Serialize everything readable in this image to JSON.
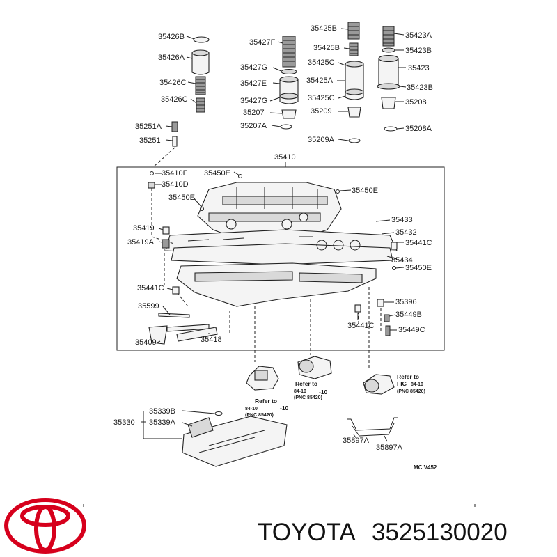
{
  "diagram": {
    "labels": {
      "p35426B": "35426B",
      "p35426A": "35426A",
      "p35426C_1": "35426C",
      "p35426C_2": "35426C",
      "p35427F": "35427F",
      "p35427G_1": "35427G",
      "p35427E": "35427E",
      "p35427G_2": "35427G",
      "p35207": "35207",
      "p35207A": "35207A",
      "p35425B_1": "35425B",
      "p35425B_2": "35425B",
      "p35425C_1": "35425C",
      "p35425A": "35425A",
      "p35425C_2": "35425C",
      "p35209": "35209",
      "p35209A": "35209A",
      "p35423A": "35423A",
      "p35423B_1": "35423B",
      "p35423": "35423",
      "p35423B_2": "35423B",
      "p35208": "35208",
      "p35208A": "35208A",
      "p35251A": "35251A",
      "p35251": "35251",
      "p35410": "35410",
      "p35410F": "35410F",
      "p35410D": "35410D",
      "p35450E_1": "35450E",
      "p35450E_2": "35450E",
      "p35450E_3": "35450E",
      "p35450E_4": "35450E",
      "p35433": "35433",
      "p35432": "35432",
      "p35441C_1": "35441C",
      "p35434": "35434",
      "p35419": "35419",
      "p35419A": "35419A",
      "p35441C_2": "35441C",
      "p35599": "35599",
      "p35396": "35396",
      "p35449B": "35449B",
      "p35441C_3": "35441C",
      "p35449C": "35449C",
      "p35409": "35409",
      "p35418": "35418",
      "p35339B": "35339B",
      "p35330": "35330",
      "p35339A": "35339A",
      "p35897A_1": "35897A",
      "p35897A_2": "35897A"
    },
    "refs": [
      {
        "l1": "Refer to",
        "l2": "84-10",
        "l3": "-10",
        "l4": "(PNC 85420)"
      },
      {
        "l1": "Refer to",
        "l2": "84-10",
        "l3": "-10",
        "l4": "(PNC 85420)"
      },
      {
        "l1": "Refer to",
        "l2": "FIG",
        "l3": "84-10",
        "l4": "(PNC 85420)"
      }
    ],
    "code": "MC V452"
  },
  "footer": {
    "brand": "TOYOTA",
    "part_number": "3525130020",
    "logo_color": "#d6001c"
  }
}
